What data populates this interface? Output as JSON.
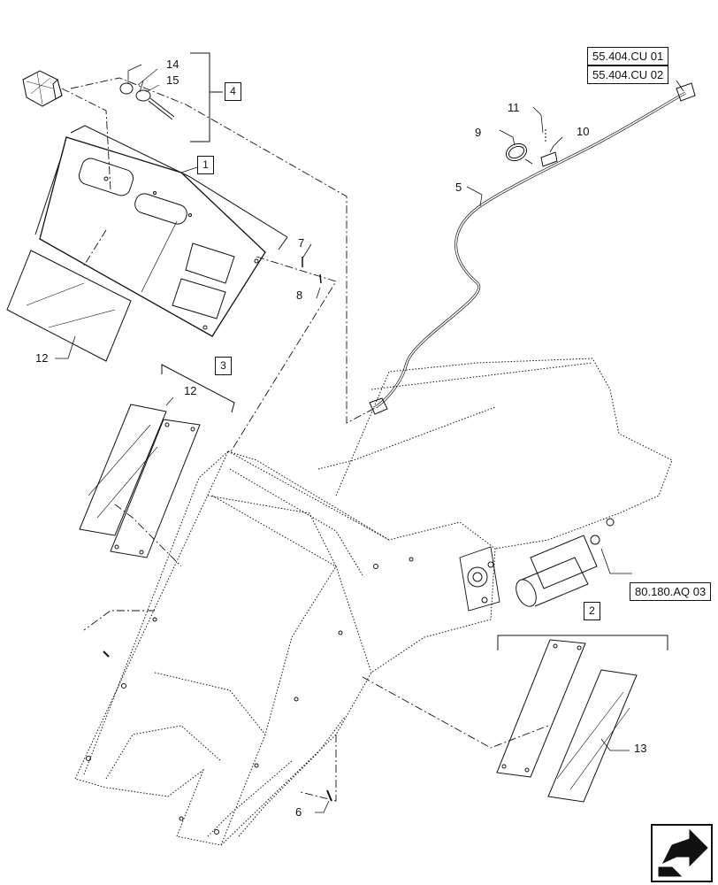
{
  "item_numbers": {
    "n5": "5",
    "n6": "6",
    "n7": "7",
    "n8": "8",
    "n9": "9",
    "n10": "10",
    "n11": "11",
    "n12a": "12",
    "n12b": "12",
    "n13": "13",
    "n14": "14",
    "n15": "15"
  },
  "kit_boxes": {
    "k1": "1",
    "k2": "2",
    "k3": "3",
    "k4": "4"
  },
  "cross_references": {
    "ref_a": "55.404.CU 01",
    "ref_b": "55.404.CU 02",
    "ref_c": "80.180.AQ 03"
  },
  "icons": {
    "nav": "next-page-arrow-icon"
  },
  "colors": {
    "line": "#111111",
    "fill": "#ffffff"
  }
}
